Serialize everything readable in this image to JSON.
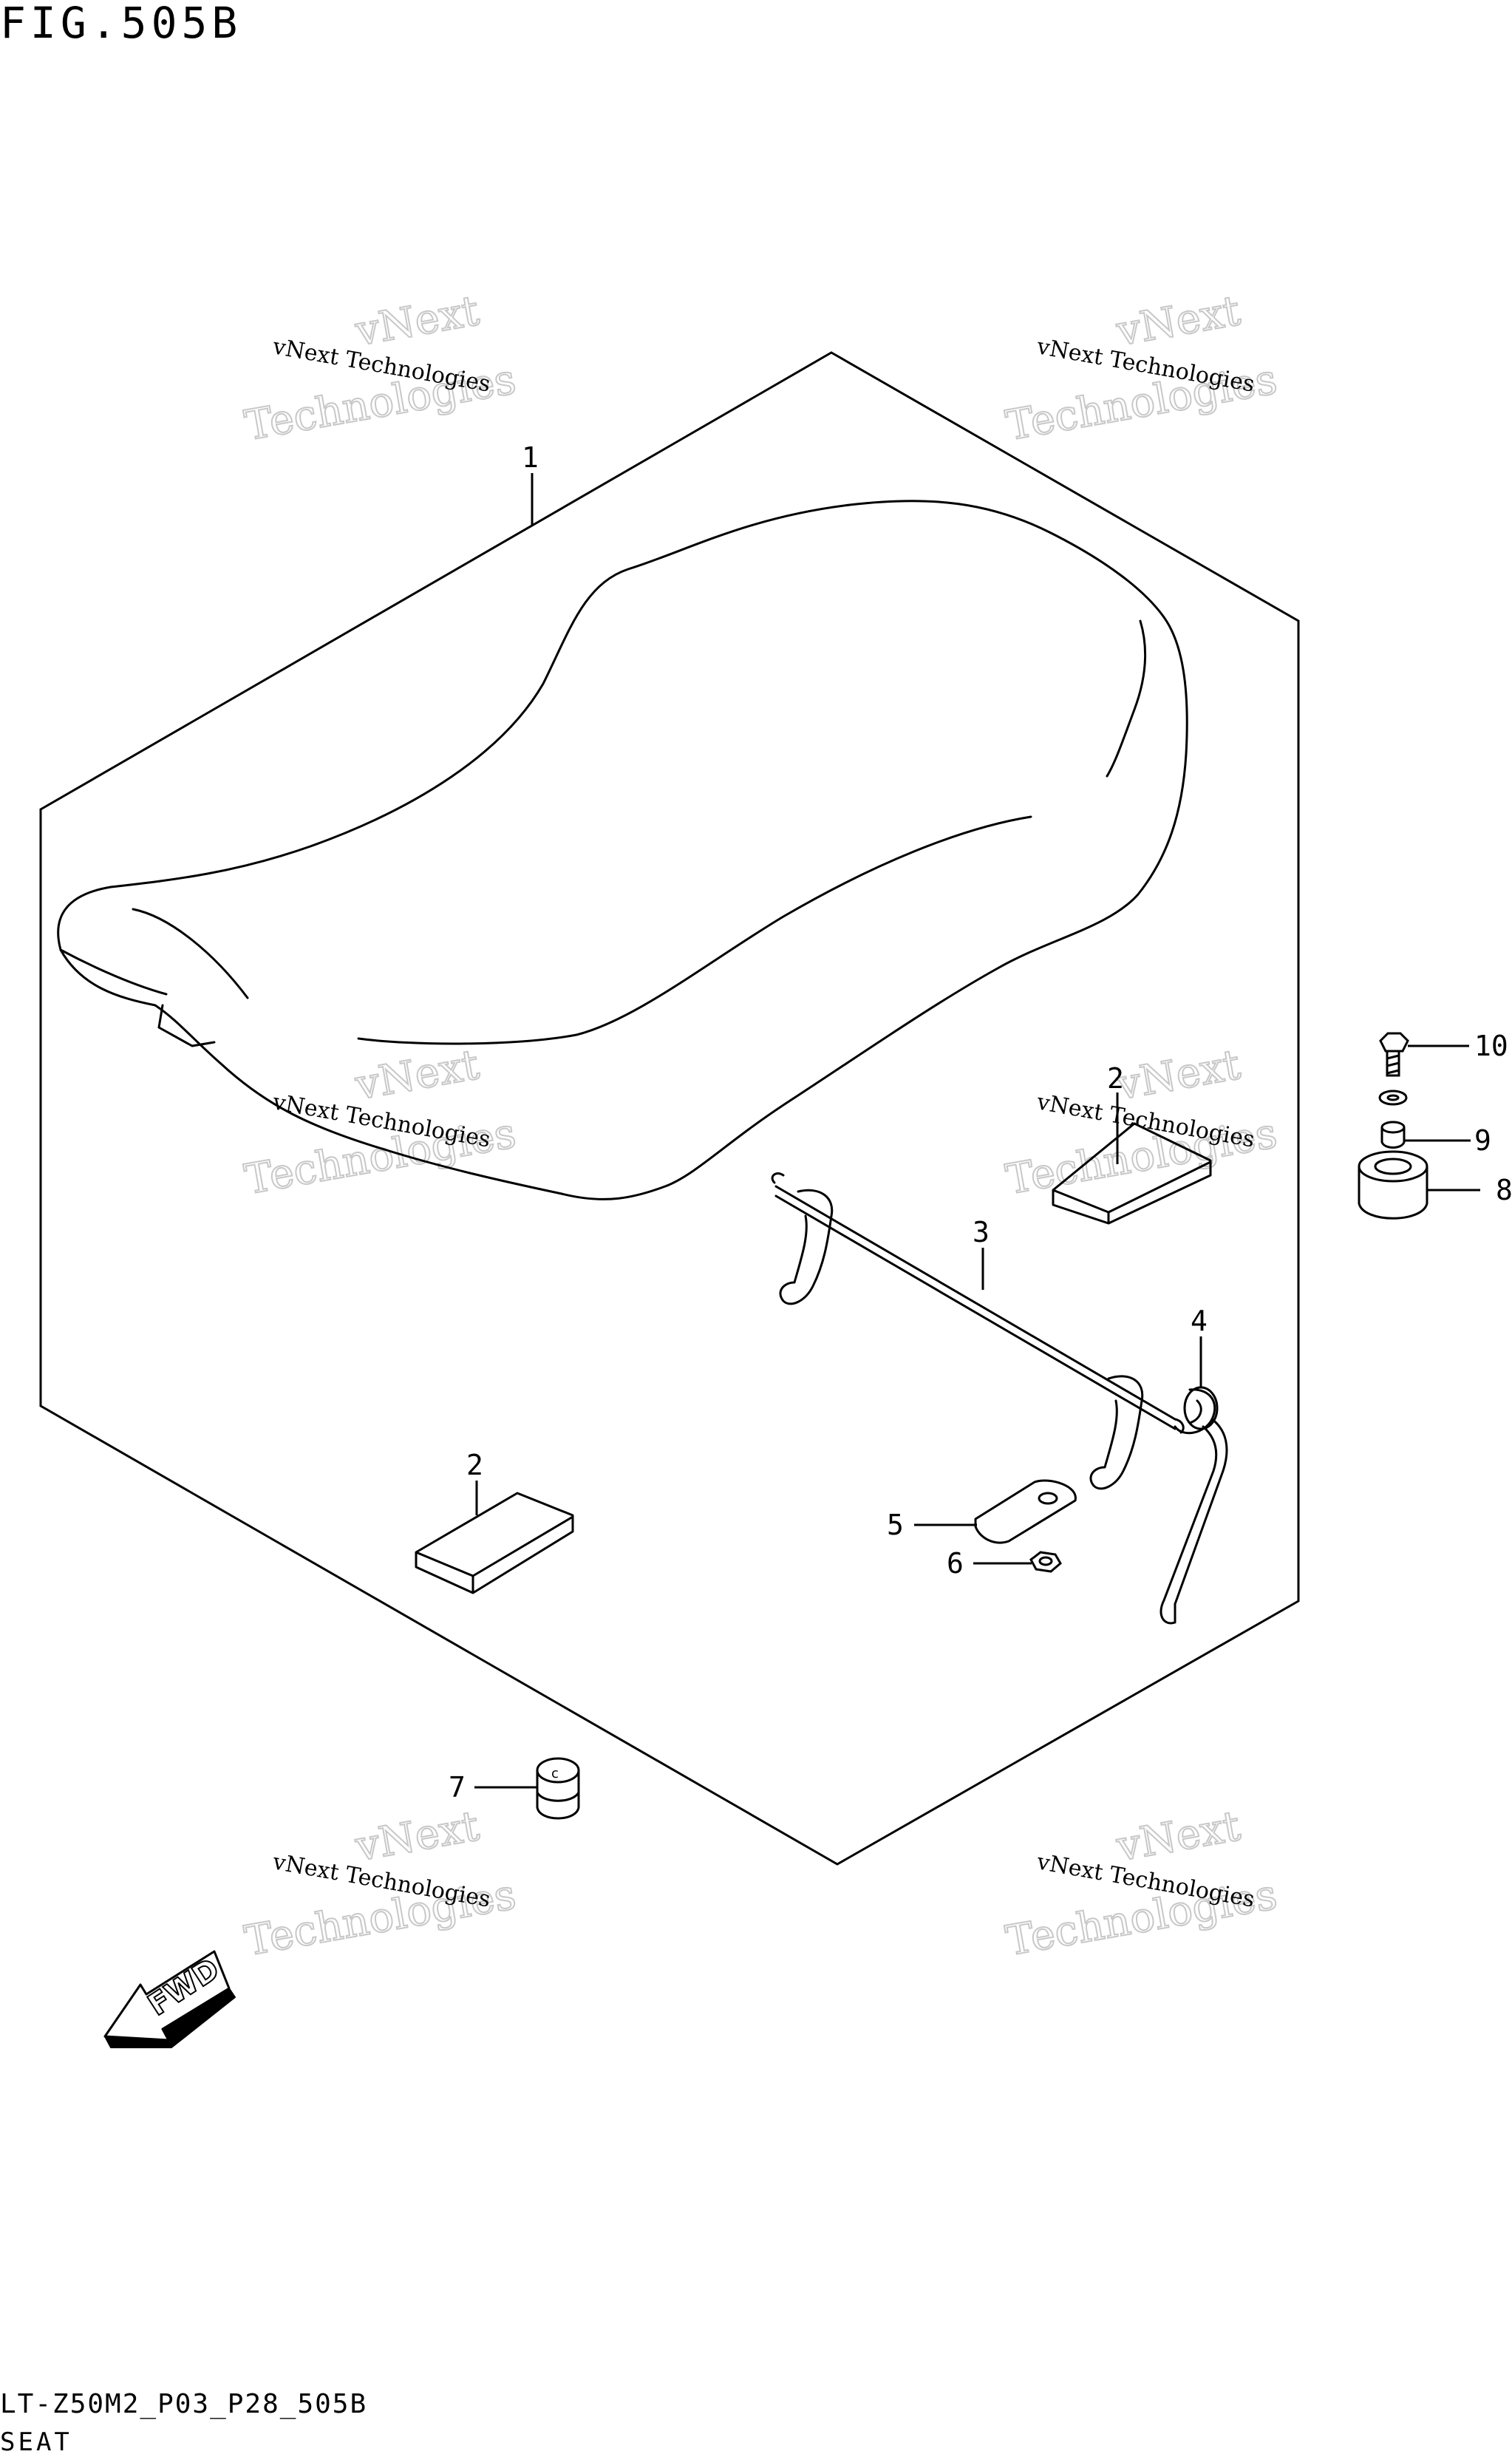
{
  "figure": {
    "title": "FIG.505B",
    "drawing_code": "LT-Z50M2_P03_P28_505B",
    "section_name": "SEAT"
  },
  "callouts": [
    {
      "number": "1",
      "part": "seat"
    },
    {
      "number": "2",
      "part": "pad"
    },
    {
      "number": "2",
      "part": "pad"
    },
    {
      "number": "3",
      "part": "rod"
    },
    {
      "number": "4",
      "part": "spring"
    },
    {
      "number": "5",
      "part": "plate"
    },
    {
      "number": "6",
      "part": "nut"
    },
    {
      "number": "7",
      "part": "cushion"
    },
    {
      "number": "8",
      "part": "cushion"
    },
    {
      "number": "9",
      "part": "collar"
    },
    {
      "number": "10",
      "part": "bolt"
    }
  ],
  "fwd_arrow": {
    "label": "FWD"
  },
  "watermark": {
    "line1": "vNext Technologies",
    "line2": "vNext",
    "line3": "Technologies"
  }
}
